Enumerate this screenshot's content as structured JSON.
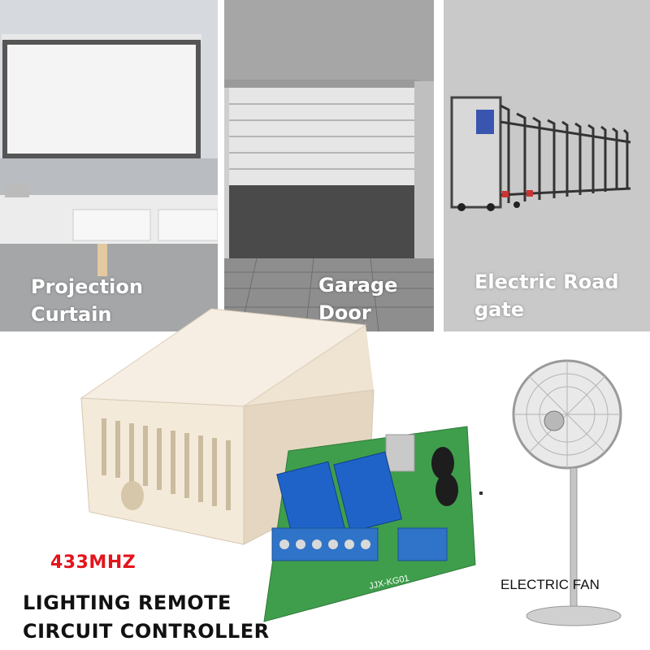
{
  "panels": [
    {
      "caption_line1": "Projection",
      "caption_line2": "Curtain"
    },
    {
      "caption_line1": "Garage",
      "caption_line2": "Door"
    },
    {
      "caption_line1": "Electric Road",
      "caption_line2": "gate"
    }
  ],
  "product": {
    "frequency": "433MHZ",
    "title_line1": "LIGHTING REMOTE",
    "title_line2": "CIRCUIT CONTROLLER",
    "board_marking": "JJX-KG01"
  },
  "fan": {
    "label": "ELECTRIC FAN"
  },
  "colors": {
    "frequency_text": "#e3141b",
    "relay_blue": "#1f63c8",
    "terminal_blue": "#2f74c8",
    "pcb_green": "#3f9e4c",
    "enclosure": "#efe3d1"
  },
  "icons": [
    "projection-screen-icon",
    "garage-door-icon",
    "road-gate-icon",
    "enclosure-icon",
    "pcb-board-icon",
    "standing-fan-icon"
  ]
}
